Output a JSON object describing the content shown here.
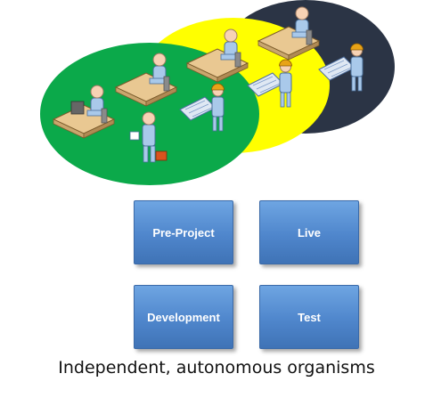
{
  "colors": {
    "green_oval": "#0ba94a",
    "yellow_oval": "#ffff00",
    "navy_oval": "#2b3445",
    "box_fill": "#5a92d6",
    "skin": "#f7d2b4",
    "shirt": "#a9c9ea",
    "hardhat": "#e8a317"
  },
  "icons": {
    "green": [
      "desk-worker-computer-icon",
      "desk-worker-documents-icon",
      "person-briefcase-icon",
      "engineer-blueprint-icon"
    ],
    "yellow": [
      "desk-worker-icon",
      "engineer-blueprint-icon"
    ],
    "navy": [
      "desk-worker-icon",
      "engineer-blueprint-icon"
    ]
  },
  "boxes": {
    "pre_project": "Pre-Project",
    "live": "Live",
    "development": "Development",
    "test": "Test"
  },
  "caption": "Independent, autonomous organisms"
}
